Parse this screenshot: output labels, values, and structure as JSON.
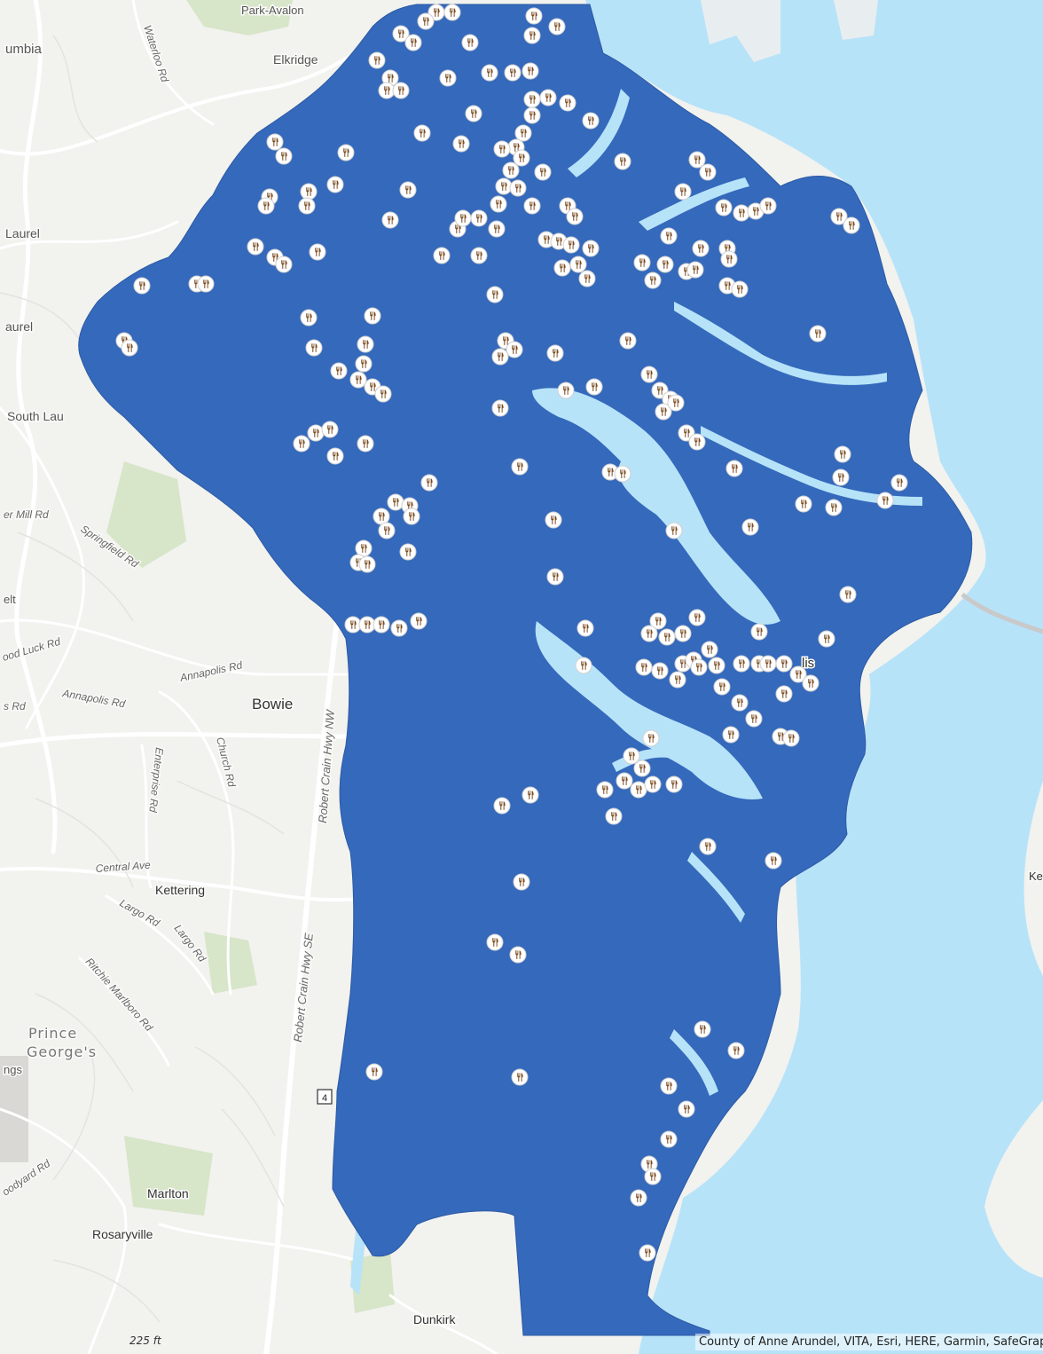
{
  "map": {
    "colors": {
      "county_fill": "#3469bc",
      "water": "#b7e3f9",
      "land": "#f2f2ef",
      "park": "#d7e5c8",
      "marker_fill": "#ffffff",
      "marker_icon": "#7a4a1e"
    },
    "marker_icon": "fork-knife-icon",
    "marker_count": 190,
    "labels": {
      "park_avalon": "Park-Avalon",
      "columbia": "umbia",
      "elkridge": "Elkridge",
      "laurel_north": "Laurel",
      "laurel": "aurel",
      "south_laurel": "South Lau",
      "bowie": "Bowie",
      "kettering": "Kettering",
      "prince": "Prince",
      "georges": "George's",
      "ngs": "ngs",
      "marlton": "Marlton",
      "rosaryville": "Rosaryville",
      "dunkirk": "Dunkirk",
      "annapolis_partial": "lis",
      "ke": "Ke",
      "belt": "elt"
    },
    "roads": {
      "waterloo_rd": "Waterloo Rd",
      "mill_rd": "er Mill Rd",
      "springfield_rd": "Springfield Rd",
      "good_luck_rd": "ood Luck Rd",
      "annapolis_rd_1": "Annapolis Rd",
      "annapolis_rd_2": "Annapolis Rd",
      "rd_stub": "s Rd",
      "church_rd": "Church Rd",
      "enterprise_rd": "Enterprise Rd",
      "crain_hwy_nw": "Robert Crain Hwy NW",
      "crain_hwy_se": "Robert Crain Hwy SE",
      "central_ave": "Central Ave",
      "largo_rd_1": "Largo Rd",
      "largo_rd_2": "Largo Rd",
      "ritchie_marlboro_rd": "Ritchie Marlboro Rd",
      "woodyard_rd": "oodyard Rd",
      "route_4": "4"
    },
    "scale": "225 ft",
    "attribution": "County of Anne Arundel, VITA, Esri, HERE, Garmin, SafeGraph"
  }
}
